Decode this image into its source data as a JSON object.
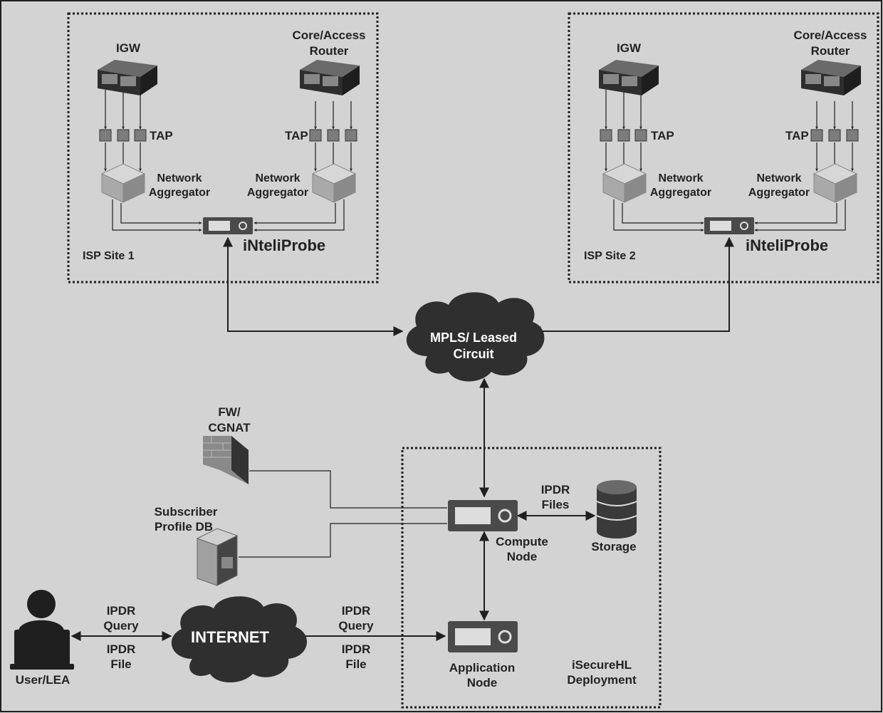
{
  "colors": {
    "background": "#d3d3d3",
    "line": "#1f1f1f",
    "device_dark": "#3a3a3a",
    "device_light": "#eeeeee",
    "cloud": "#2f2f2f",
    "cloud_text": "#ffffff"
  },
  "site1": {
    "label": "ISP Site 1",
    "igw": "IGW",
    "router": [
      "Core/Access",
      "Router"
    ],
    "tap_label_left": "TAP",
    "tap_label_right": "TAP",
    "aggregator_left": [
      "Network",
      "Aggregator"
    ],
    "aggregator_right": [
      "Network",
      "Aggregator"
    ],
    "probe": "iNteliProbe"
  },
  "site2": {
    "label": "ISP Site 2",
    "igw": "IGW",
    "router": [
      "Core/Access",
      "Router"
    ],
    "tap_label_left": "TAP",
    "tap_label_right": "TAP",
    "aggregator_left": [
      "Network",
      "Aggregator"
    ],
    "aggregator_right": [
      "Network",
      "Aggregator"
    ],
    "probe": "iNteliProbe"
  },
  "mpls": [
    "MPLS/ Leased",
    "Circuit"
  ],
  "firewall": [
    "FW/",
    "CGNAT"
  ],
  "subscriber_db": [
    "Subscriber",
    "Profile DB"
  ],
  "compute_node": [
    "Compute",
    "Node"
  ],
  "ipdr_files": [
    "IPDR",
    "Files"
  ],
  "storage": "Storage",
  "application_node": [
    "Application",
    "Node"
  ],
  "deployment": [
    "iSecureHL",
    "Deployment"
  ],
  "internet": "INTERNET",
  "user": "User/LEA",
  "user_query": [
    "IPDR",
    "Query"
  ],
  "user_file": [
    "IPDR",
    "File"
  ],
  "app_query": [
    "IPDR",
    "Query"
  ],
  "app_file": [
    "IPDR",
    "File"
  ]
}
